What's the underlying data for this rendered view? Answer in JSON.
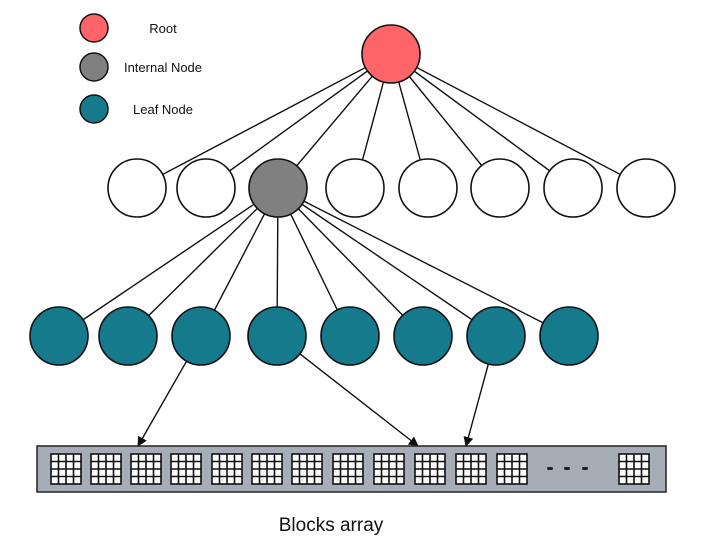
{
  "legend": [
    {
      "key": "root",
      "label": "Root",
      "color": "#ff6468"
    },
    {
      "key": "internal",
      "label": "Internal Node",
      "color": "#808080"
    },
    {
      "key": "leaf",
      "label": "Leaf Node",
      "color": "#147a8c"
    }
  ],
  "colors": {
    "root": "#ff6468",
    "internal": "#808080",
    "leaf": "#147a8c",
    "empty": "#ffffff",
    "stroke": "#111111",
    "array_fill": "#a6adb7"
  },
  "tree": {
    "root": {
      "type": "root"
    },
    "level2": [
      {
        "type": "empty"
      },
      {
        "type": "empty"
      },
      {
        "type": "internal"
      },
      {
        "type": "empty"
      },
      {
        "type": "empty"
      },
      {
        "type": "empty"
      },
      {
        "type": "empty"
      },
      {
        "type": "empty"
      }
    ],
    "internal_index": 2,
    "leaves": [
      {
        "type": "leaf"
      },
      {
        "type": "leaf"
      },
      {
        "type": "leaf"
      },
      {
        "type": "leaf"
      },
      {
        "type": "leaf"
      },
      {
        "type": "leaf"
      },
      {
        "type": "leaf"
      },
      {
        "type": "leaf"
      }
    ]
  },
  "blocks_array": {
    "label": "Blocks array",
    "visible_blocks_before_ellipsis": 12,
    "ellipsis": "- - -",
    "visible_blocks_after_ellipsis": 1,
    "grid": [
      4,
      4
    ]
  },
  "pointers": [
    {
      "from_leaf": 2,
      "to_block": 2
    },
    {
      "from_leaf": 3,
      "to_block": 9
    },
    {
      "from_leaf": 6,
      "to_block": 10
    }
  ]
}
